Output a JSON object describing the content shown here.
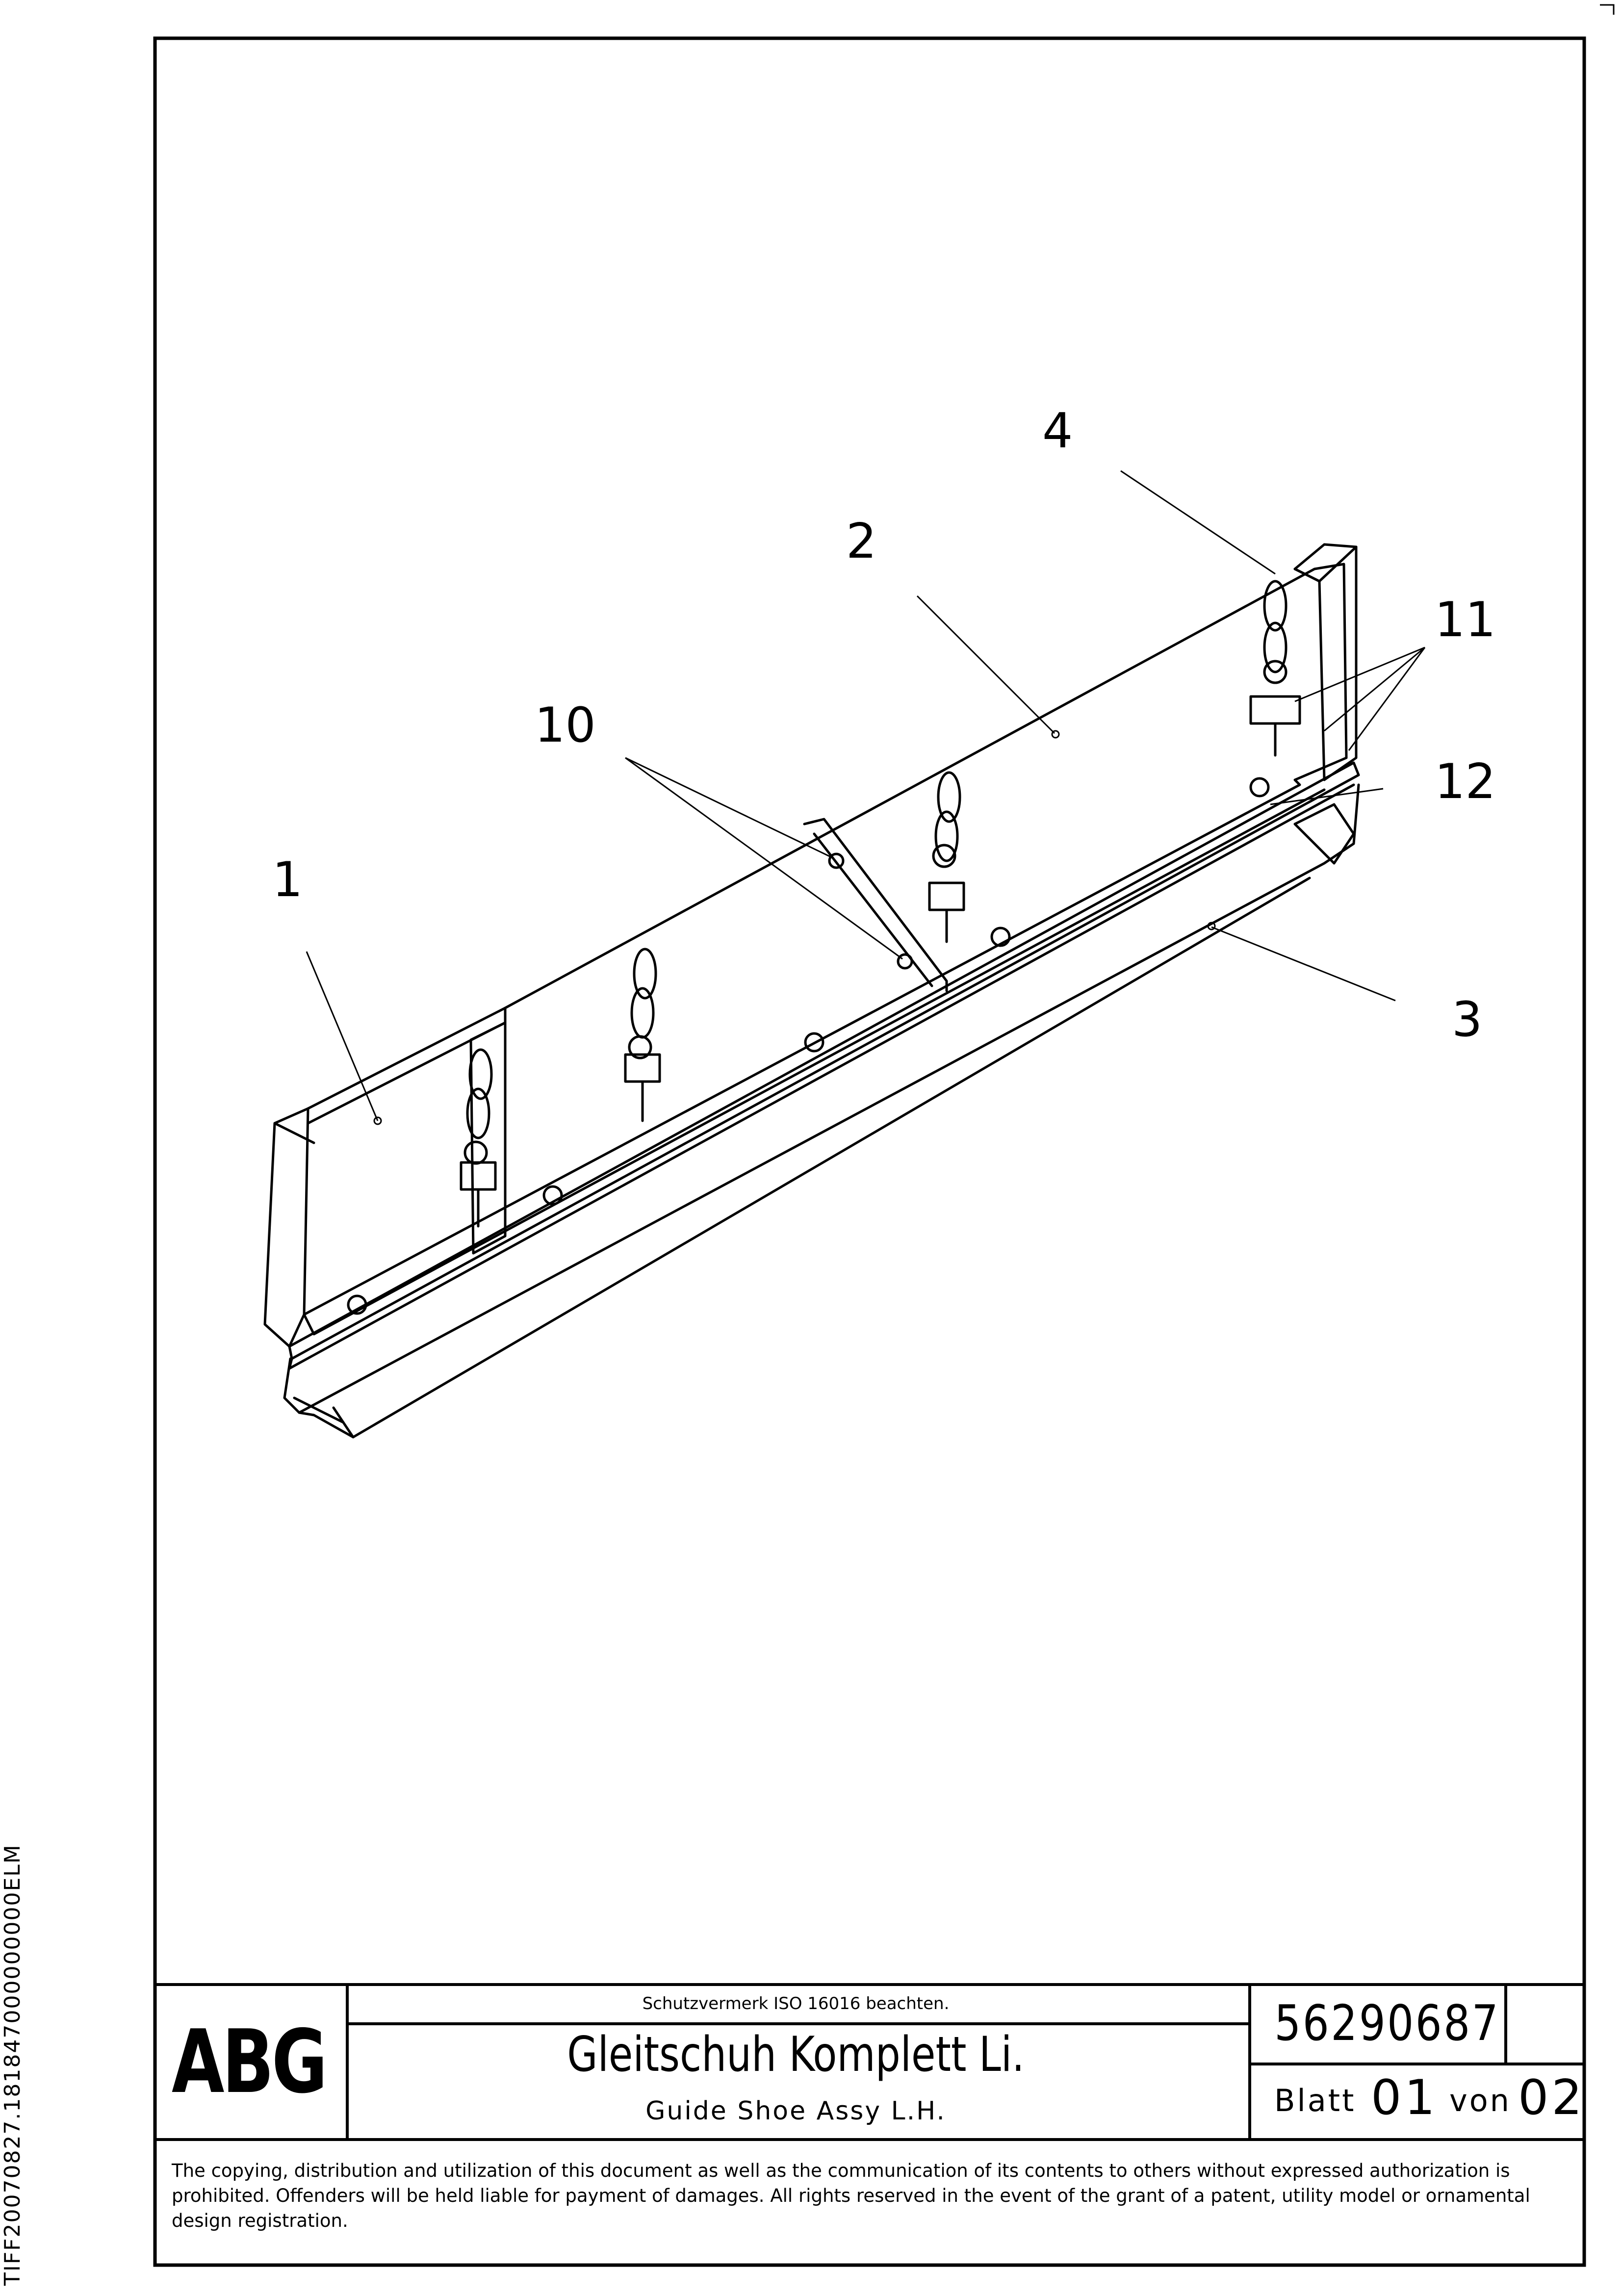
{
  "side_code": "TIFF20070827.181847000000000ELM",
  "title_block": {
    "logo": "ABG",
    "protection_note": "Schutzvermerk ISO 16016 beachten.",
    "title_de": "Gleitschuh Komplett Li.",
    "title_en": "Guide Shoe Assy L.H.",
    "document_number": "56290687",
    "sheet_label": "Blatt",
    "sheet_number": "01",
    "of_label": "von",
    "sheet_total": "02"
  },
  "copyright_notice": "The copying, distribution and utilization of this document as well as the communication of its contents to others without expressed authorization is prohibited. Offenders will be held liable for payment of damages. All rights reserved in the event of the grant of a patent, utility model or ornamental design registration.",
  "callouts": {
    "c1": "1",
    "c2": "2",
    "c3": "3",
    "c4": "4",
    "c10": "10",
    "c11": "11",
    "c12": "12"
  }
}
